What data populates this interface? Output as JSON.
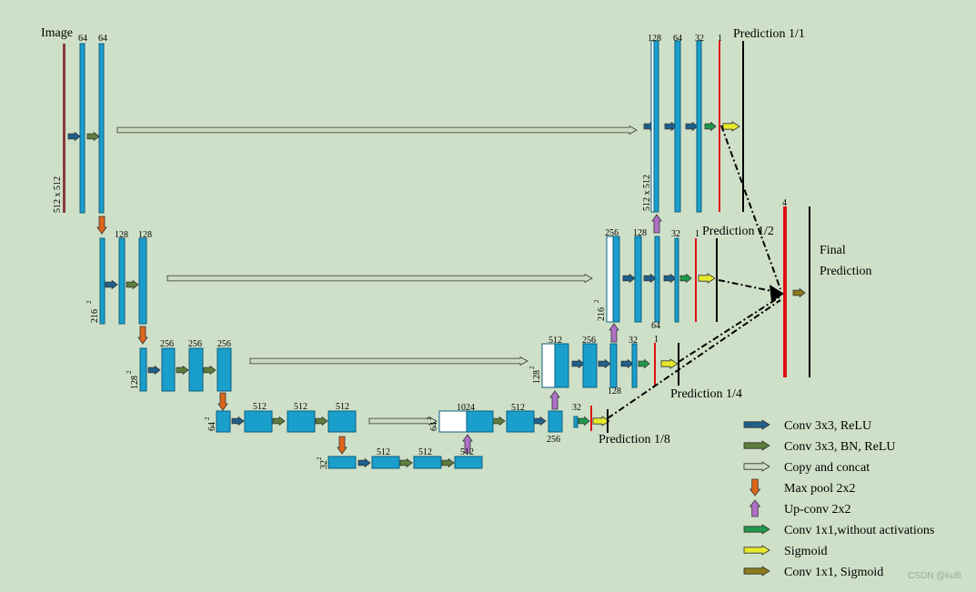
{
  "colors": {
    "background": "#cfe0c8",
    "feature_map": "#1a9fcc",
    "conv_relu": "#1f5f8b",
    "conv_bn_relu": "#5d7e3c",
    "copy_concat": "#c9dcc0",
    "max_pool": "#e0661a",
    "up_conv": "#b070c8",
    "conv1x1": "#1e9a4a",
    "sigmoid": "#e6e82a",
    "conv1x1_sigmoid": "#8a7a1a",
    "image": "#8b3a3a",
    "prediction_red": "#dd1111"
  },
  "labels": {
    "image": "Image",
    "c64": "64",
    "c128": "128",
    "c256": "256",
    "c512": "512",
    "c1024": "1024",
    "c32": "32",
    "c1": "1",
    "c4": "4",
    "d512": "512 x 512",
    "d216": "216",
    "d128": "128",
    "d64": "64",
    "d32": "32",
    "sq": "2"
  },
  "predictions": {
    "p1": "Prediction 1/1",
    "p2": "Prediction 1/2",
    "p4": "Prediction 1/4",
    "p8": "Prediction 1/8",
    "final_1": "Final",
    "final_2": "Prediction"
  },
  "legend": [
    {
      "label": "Conv 3x3, ReLU",
      "icon": "right-arrow-icon",
      "color": "#1f5f8b"
    },
    {
      "label": "Conv 3x3, BN, ReLU",
      "icon": "right-arrow-icon",
      "color": "#5d7e3c"
    },
    {
      "label": "Copy and concat",
      "icon": "right-arrow-icon",
      "color": "#c9dcc0"
    },
    {
      "label": "Max pool 2x2",
      "icon": "down-arrow-icon",
      "color": "#e0661a"
    },
    {
      "label": "Up-conv 2x2",
      "icon": "up-arrow-icon",
      "color": "#b070c8"
    },
    {
      "label": "Conv 1x1,without activations",
      "icon": "right-arrow-icon",
      "color": "#1e9a4a"
    },
    {
      "label": "Sigmoid",
      "icon": "right-arrow-icon",
      "color": "#e6e82a"
    },
    {
      "label": "Conv 1x1, Sigmoid",
      "icon": "right-arrow-icon",
      "color": "#8a7a1a"
    }
  ],
  "watermark": "CSDN @kulli"
}
